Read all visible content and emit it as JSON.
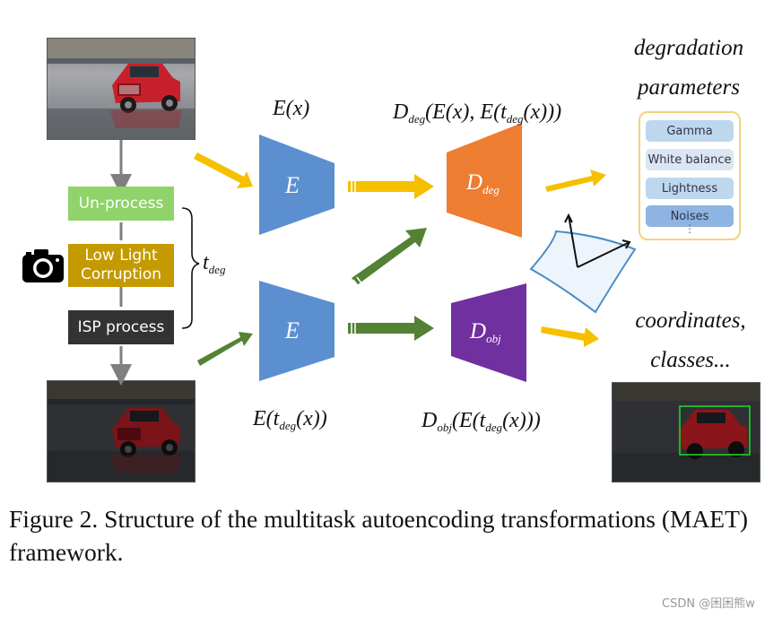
{
  "pipeline": {
    "unprocess": "Un-process",
    "low_light_line1": "Low Light",
    "low_light_line2": "Corruption",
    "isp": "ISP process",
    "t_base": "t",
    "t_sub": "deg"
  },
  "encoders": {
    "top_label": "E",
    "bottom_label": "E"
  },
  "decoders": {
    "deg_base": "D",
    "deg_sub": "deg",
    "obj_base": "D",
    "obj_sub": "obj"
  },
  "math": {
    "e_x": "E(x)",
    "e_tdeg_prefix": "E(t",
    "e_tdeg_sub": "deg",
    "e_tdeg_suffix": "(x))",
    "ddeg_prefix": "D",
    "ddeg_sub": "deg",
    "ddeg_mid": "(E(x), E(t",
    "ddeg_sub2": "deg",
    "ddeg_suffix": "(x)))",
    "dobj_prefix": "D",
    "dobj_sub": "obj",
    "dobj_mid": "(E(t",
    "dobj_sub2": "deg",
    "dobj_suffix": "(x)))"
  },
  "outputs": {
    "degradation_line1": "degradation",
    "degradation_line2": "parameters",
    "coordinates_line1": "coordinates,",
    "coordinates_line2": "classes...",
    "params": [
      "Gamma",
      "White balance",
      "Lightness",
      "Noises"
    ],
    "params_more": "⋮"
  },
  "caption": "Figure 2. Structure of the multitask autoencoding transformations (MAET) framework.",
  "watermark": "CSDN @困困熊w",
  "colors": {
    "unprocess": "#8fd36a",
    "low_light": "#c49a00",
    "isp": "#333333",
    "encoder": "#5b8fd0",
    "decoder_deg": "#ed7d31",
    "decoder_obj": "#7030a0",
    "arrow_yellow": "#f5c000",
    "arrow_green": "#548235",
    "param_light": "#dce6f2",
    "param_mid": "#bdd7ee",
    "param_dark": "#8db4e2"
  },
  "icons": [
    "camera-icon",
    "car-photo",
    "bounding-box"
  ]
}
